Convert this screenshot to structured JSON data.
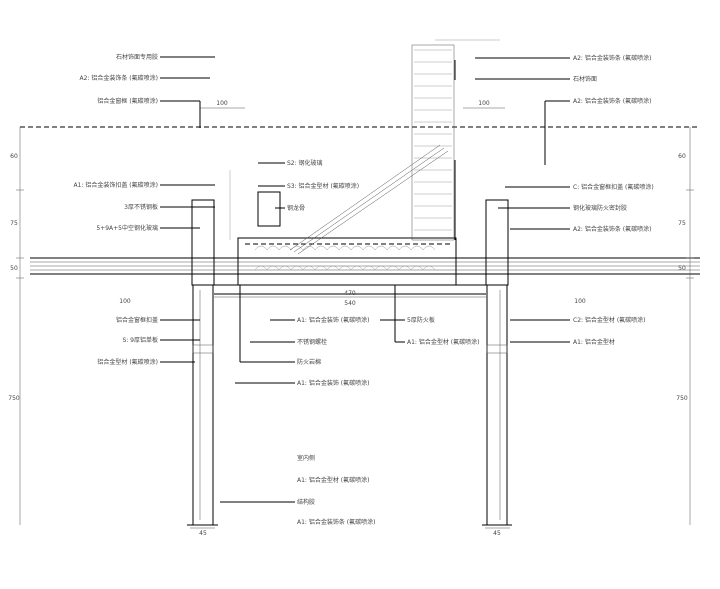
{
  "drawing": {
    "left_labels": [
      "石材饰面专用胶",
      "A2: 铝合金装饰条 (氟碳喷涂)",
      "铝合金窗框 (氟碳喷涂)",
      "A1: 铝合金装饰扣盖 (氟碳喷涂)",
      "3厚不锈钢板",
      "5+9A+5中空钢化玻璃",
      "铝合金窗框扣盖",
      "S: 9厚铝单板",
      "铝合金型材 (氟碳喷涂)"
    ],
    "center_labels": [
      "S2: 钢化玻璃",
      "S3: 铝合金型材 (氟碳喷涂)",
      "钢龙骨",
      "A1: 铝合金装饰 (氟碳喷涂)",
      "不锈钢螺栓",
      "防火岩棉",
      "A1: 铝合金装饰 (氟碳喷涂)",
      "室内侧",
      "A1: 铝合金型材 (氟碳喷涂)",
      "结构胶",
      "A1: 铝合金装饰条 (氟碳喷涂)"
    ],
    "lower_right_labels": [
      "5厚防火板",
      "A1: 铝合金型材 (氟碳喷涂)"
    ],
    "right_labels": [
      "A2: 铝合金装饰条 (氟碳喷涂)",
      "石材饰面",
      "A2: 铝合金装饰条 (氟碳喷涂)",
      "C: 铝合金窗框扣盖 (氟碳喷涂)",
      "钢化玻璃防火密封胶",
      "A2: 铝合金装饰条 (氟碳喷涂)",
      "C2: 铝合金型材 (氟碳喷涂)",
      "A1: 铝合金型材"
    ],
    "dimensions": {
      "top_left": "100",
      "top_right": "100",
      "mid_span_top": "470",
      "mid_span": "540",
      "left_side": "100",
      "right_side": "100",
      "bottom_left": "45",
      "bottom_right": "45",
      "left_vertical": [
        "60",
        "75",
        "50",
        "750"
      ],
      "right_vertical": [
        "60",
        "75",
        "50",
        "750"
      ]
    }
  }
}
